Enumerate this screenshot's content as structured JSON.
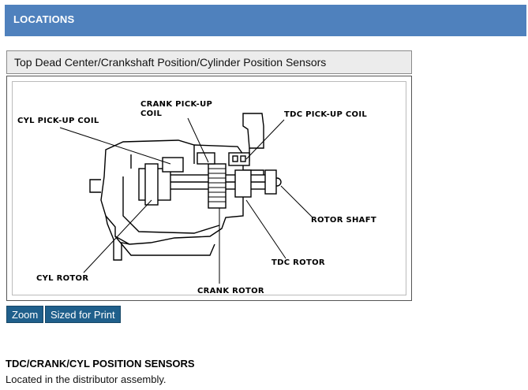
{
  "header": {
    "title": "LOCATIONS"
  },
  "figure": {
    "caption": "Top Dead Center/Crankshaft Position/Cylinder Position Sensors",
    "labels": {
      "crank_pickup_coil_line1": "CRANK PICK-UP",
      "crank_pickup_coil_line2": "COIL",
      "cyl_pickup_coil": "CYL PICK-UP COIL",
      "tdc_pickup_coil": "TDC PICK-UP COIL",
      "rotor_shaft": "ROTOR SHAFT",
      "tdc_rotor": "TDC ROTOR",
      "cyl_rotor": "CYL ROTOR",
      "crank_rotor": "CRANK ROTOR"
    }
  },
  "buttons": {
    "zoom": "Zoom",
    "print": "Sized for Print"
  },
  "section": {
    "heading": "TDC/CRANK/CYL POSITION SENSORS",
    "text": "Located in the distributor assembly."
  }
}
